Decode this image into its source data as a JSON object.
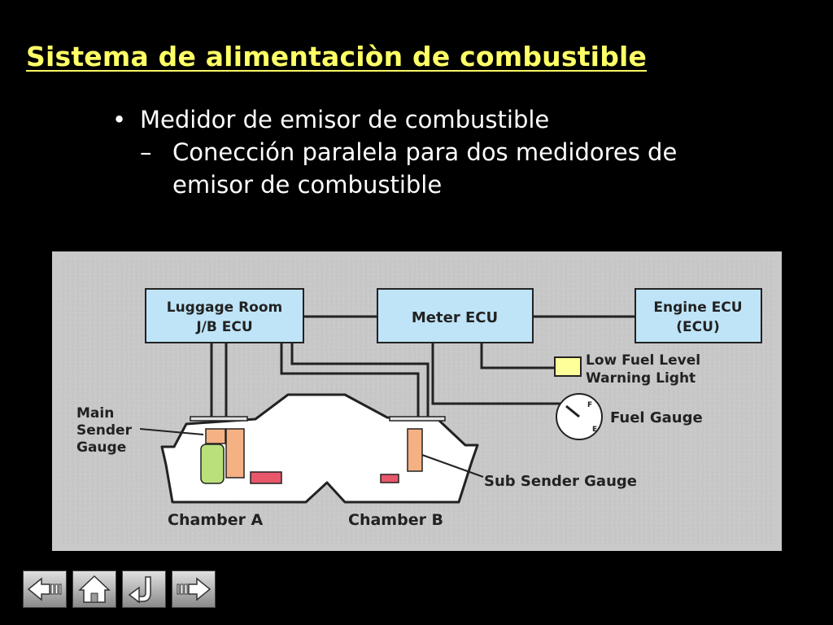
{
  "slide": {
    "title": "Sistema de alimentaciòn de combustible",
    "bullet_mark": "•",
    "sub_mark": "–",
    "bullet": "Medidor de emisor de combustible",
    "sub_bullet_line1": "Conección paralela para dos medidores de",
    "sub_bullet_line2": "emisor de combustible"
  },
  "diagram": {
    "luggage_ecu_line1": "Luggage Room",
    "luggage_ecu_line2": "J/B ECU",
    "meter_ecu": "Meter ECU",
    "engine_ecu_line1": "Engine ECU",
    "engine_ecu_line2": "(ECU)",
    "low_fuel_line1": "Low Fuel Level",
    "low_fuel_line2": "Warning Light",
    "fuel_gauge": "Fuel Gauge",
    "gauge_f": "F",
    "gauge_e": "E",
    "main_sender_line1": "Main",
    "main_sender_line2": "Sender",
    "main_sender_line3": "Gauge",
    "sub_sender": "Sub Sender Gauge",
    "chamber_a": "Chamber A",
    "chamber_b": "Chamber B",
    "colors": {
      "ecu_box": "#bfe4f8",
      "warning_light": "#ffff99",
      "sender": "#f5b183",
      "float": "#b9e07a",
      "heater": "#e8576a"
    }
  },
  "nav": {
    "back_icon": "back-arrow-icon",
    "home_icon": "home-icon",
    "return_icon": "return-arrow-icon",
    "forward_icon": "forward-arrow-icon"
  }
}
